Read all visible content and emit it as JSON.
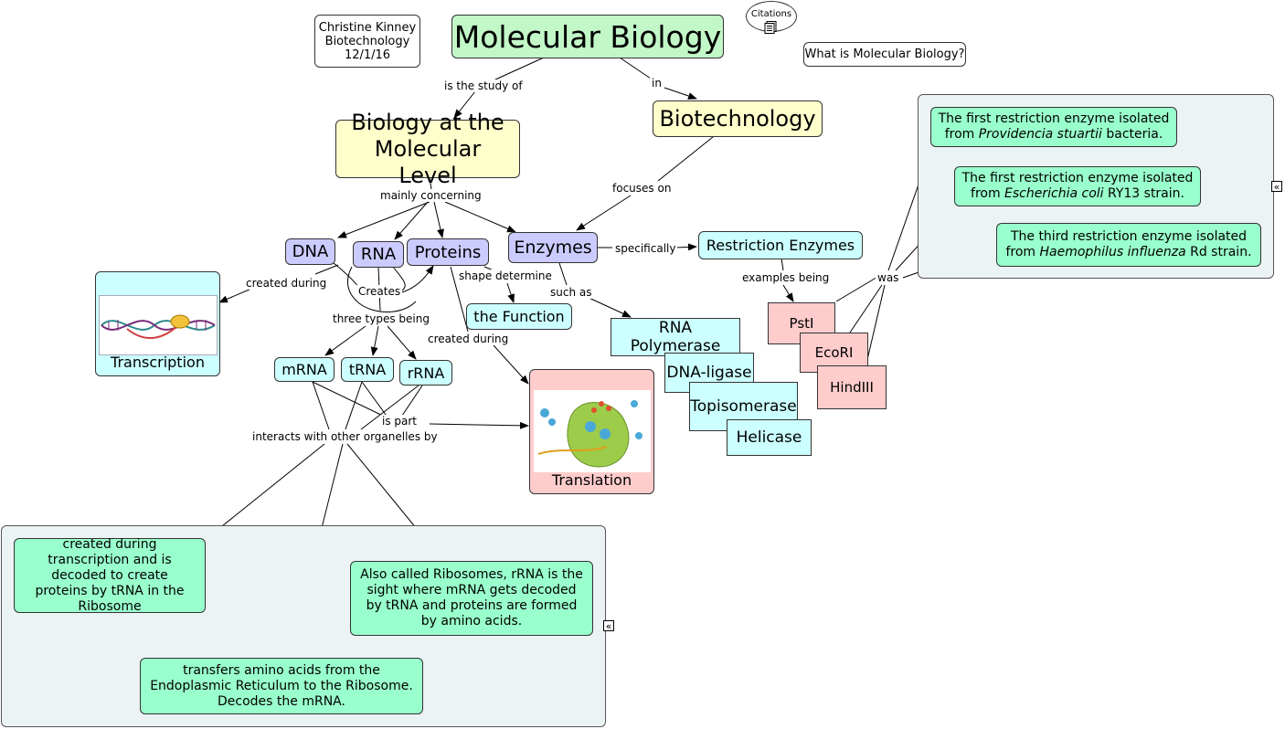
{
  "author": {
    "name": "Christine Kinney",
    "course": "Biotechnology",
    "date": "12/1/16"
  },
  "citations": {
    "label": "Citations",
    "icon": "document-stack-icon"
  },
  "question": "What is Molecular Biology?",
  "nodes": {
    "molecular_biology": "Molecular Biology",
    "biology_molecular": "Biology at the Molecular Level",
    "biotechnology": "Biotechnology",
    "dna": "DNA",
    "rna": "RNA",
    "proteins": "Proteins",
    "enzymes": "Enzymes",
    "restriction_enzymes": "Restriction Enzymes",
    "the_function": "the Function",
    "transcription": "Transcription",
    "translation": "Translation",
    "mrna": "mRNA",
    "trna": "tRNA",
    "rrna": "rRNA",
    "rna_polymerase": "RNA Polymerase",
    "dna_ligase": "DNA-ligase",
    "topisomerase": "Topisomerase",
    "helicase": "Helicase",
    "psti": "PstI",
    "ecori": "EcoRI",
    "hindiii": "HindIII"
  },
  "links": {
    "is_study_of": "is the study of",
    "in": "in",
    "focuses_on": "focuses on",
    "mainly_concerning": "mainly concerning",
    "specifically": "specifically",
    "examples_being": "examples being",
    "created_during_1": "created during",
    "creates": "Creates",
    "shape_determine": "shape determine",
    "such_as": "such as",
    "three_types": "three types being",
    "created_during_2": "created during",
    "is_part": "is part",
    "interacts": "interacts with other organelles by",
    "was": "was"
  },
  "enzyme_notes": {
    "psti_a": "The first restriction enzyme isolated",
    "psti_b_italic": "Providencia stuartii",
    "psti_b_pre": "from ",
    "psti_b_post": "  bacteria.",
    "ecori_a": "The first restriction enzyme isolated",
    "ecori_b_pre": "from ",
    "ecori_b_italic": "Escherichia coli",
    "ecori_b_post": "  RY13 strain.",
    "hindiii_a": "The third restriction enzyme isolated",
    "hindiii_b_pre": "from ",
    "hindiii_b_italic": "Haemophilus influenza",
    "hindiii_b_post": "  Rd strain."
  },
  "rna_notes": {
    "mrna": "created during transcription and is decoded to create proteins by tRNA in the Ribosome",
    "rrna": "Also called Ribosomes, rRNA is the sight where mRNA gets decoded by tRNA and proteins are formed by amino acids.",
    "trna": "transfers amino acids from the Endoplasmic Reticulum to the Ribosome. Decodes the mRNA."
  },
  "collapse_glyph": "«",
  "colors": {
    "green_node": "#c2f7c8",
    "yellow_node": "#ffffcc",
    "lavender_node": "#cccbff",
    "cyan_node": "#ccffff",
    "pink_node": "#ffcccc",
    "note_green": "#99ffcc",
    "panel_bg": "#ecf3f5"
  }
}
